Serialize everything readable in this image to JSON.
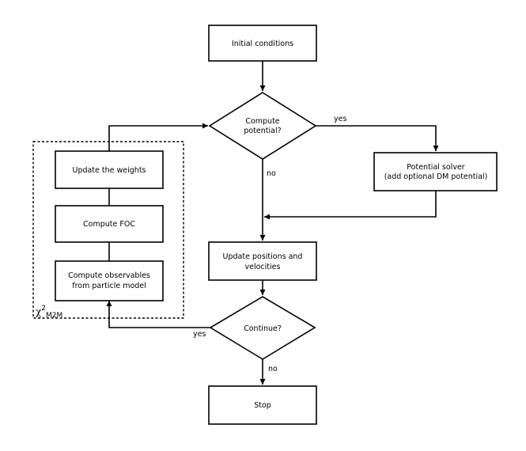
{
  "nodes": {
    "initial": "Initial conditions",
    "compute_potential": [
      "Compute",
      "potential?"
    ],
    "potential_solver": [
      "Potential solver",
      "(add optional DM potential)"
    ],
    "update_positions": [
      "Update positions and",
      "velocities"
    ],
    "continue": "Continue?",
    "stop": "Stop",
    "update_weights": "Update the weights",
    "compute_foc": "Compute FOC",
    "compute_observables": [
      "Compute observables",
      "from particle model"
    ]
  },
  "edge_labels": {
    "potential_yes": "yes",
    "potential_no": "no",
    "continue_yes": "yes",
    "continue_no": "no"
  },
  "group_label": {
    "symbol": "χ",
    "superscript": "2",
    "subscript": "M2M"
  }
}
